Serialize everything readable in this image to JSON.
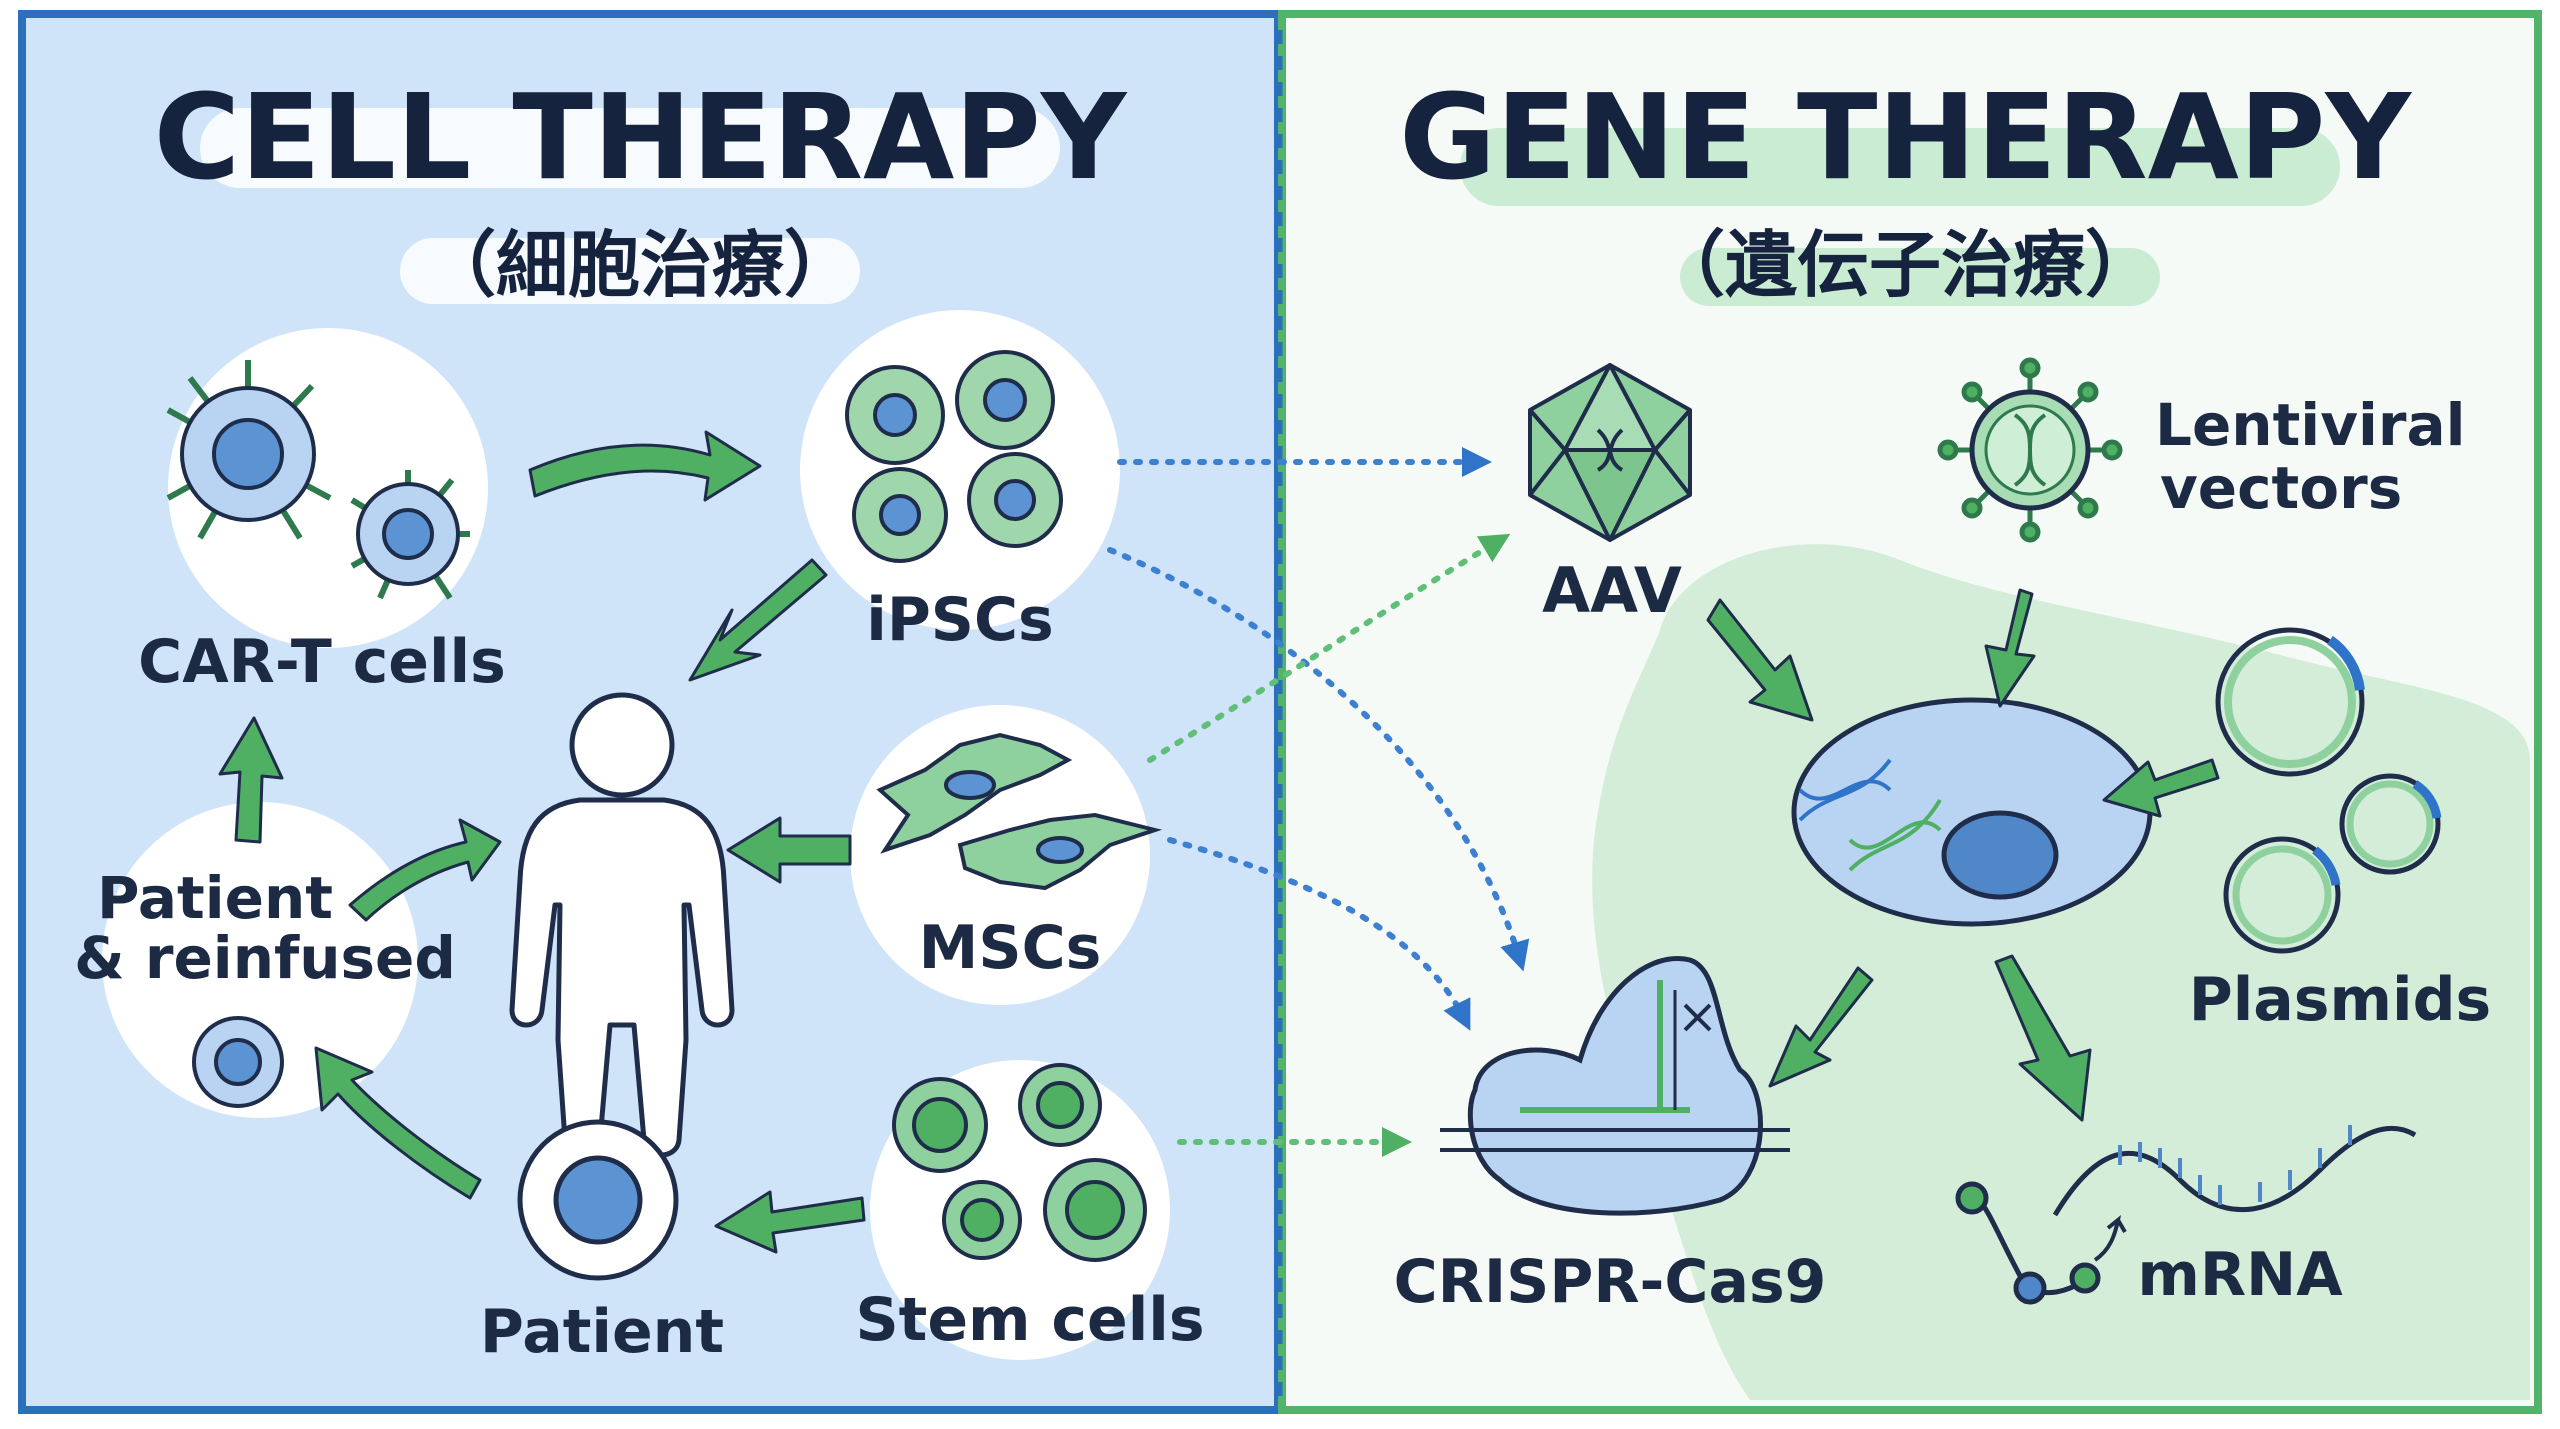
{
  "cell_therapy": {
    "title": "CELL THERAPY",
    "subtitle": "（細胞治療）",
    "nodes": {
      "car_t": "CAR-T cells",
      "ipscs": "iPSCs",
      "mscs": "MSCs",
      "stem_cells": "Stem cells",
      "patient": "Patient",
      "reinfused_line1": "Patient",
      "reinfused_line2": "& reinfused"
    }
  },
  "gene_therapy": {
    "title": "GENE THERAPY",
    "subtitle": "（遺伝子治療）",
    "nodes": {
      "aav": "AAV",
      "lentiviral_line1": "Lentiviral",
      "lentiviral_line2": "vectors",
      "plasmids": "Plasmids",
      "crispr": "CRISPR-Cas9",
      "mrna": "mRNA"
    }
  },
  "colors": {
    "cell_panel_bg": "#cfe3f9",
    "gene_panel_bg": "#f6faf7",
    "gene_blob": "#d4edd9",
    "blue_border": "#2c6fba",
    "green_border": "#52b46a",
    "arrow_green": "#4fb064",
    "dotted_blue": "#3d7fd0",
    "dotted_green": "#5fbf77",
    "outline": "#1f2d4a",
    "cell_blue": "#5b93d3",
    "cell_green": "#8fd19e"
  }
}
